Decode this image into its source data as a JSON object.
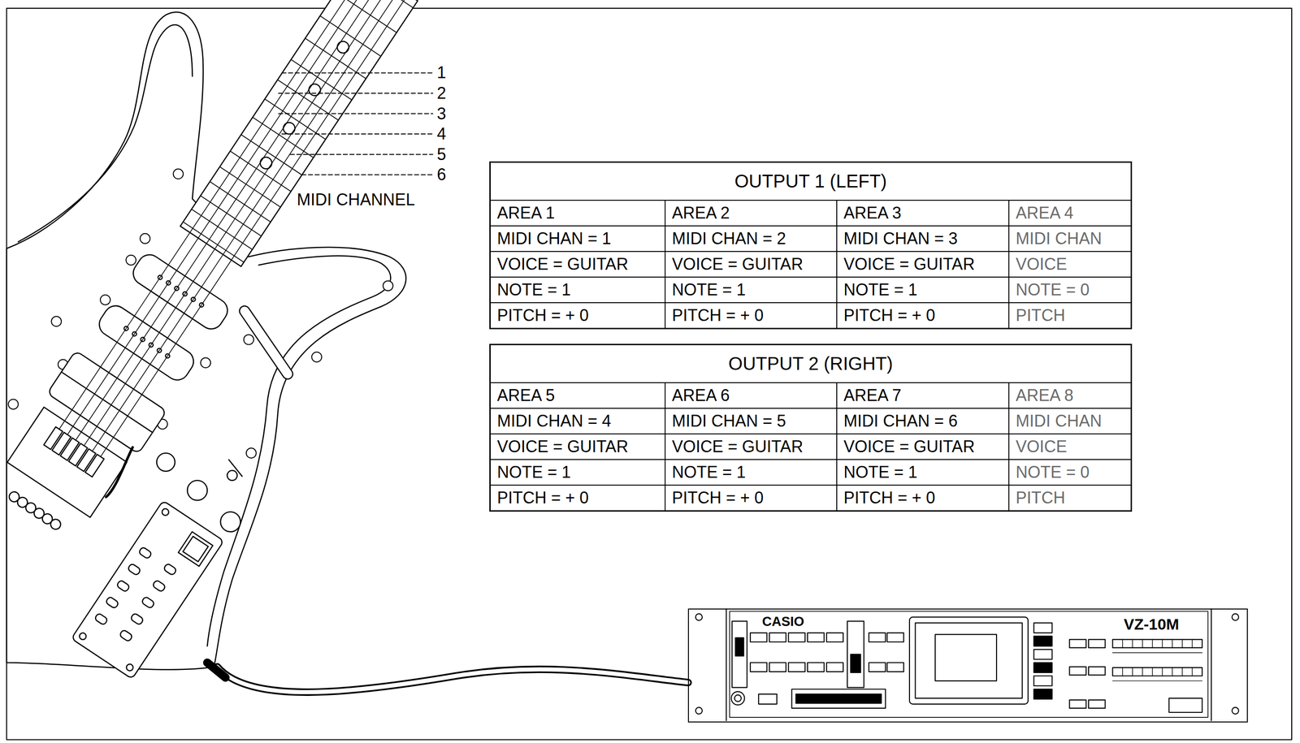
{
  "diagram": {
    "nodes": [
      {
        "text": [
          "OUTPUT 1 (LEFT)"
        ]
      },
      {
        "text": [
          "OUTPUT 2 (RIGHT)"
        ]
      },
      {
        "text": [
          "CASIO",
          "VZ-10M"
        ]
      }
    ],
    "labels": [
      "1",
      "2",
      "3",
      "4",
      "5",
      "6",
      "MIDI CHANNEL",
      "AREA 1",
      "AREA 2",
      "AREA 3",
      "AREA 4",
      "MIDI CHAN = 1",
      "MIDI CHAN = 2",
      "MIDI CHAN = 3",
      "MIDI CHAN",
      "VOICE = GUITAR",
      "VOICE = GUITAR",
      "VOICE = GUITAR",
      "VOICE",
      "NOTE = 1",
      "NOTE = 1",
      "NOTE = 1",
      "NOTE = 0",
      "PITCH = + 0",
      "PITCH = + 0",
      "PITCH = + 0",
      "PITCH",
      "AREA 5",
      "AREA 6",
      "AREA 7",
      "AREA 8",
      "MIDI CHAN = 4",
      "MIDI CHAN = 5",
      "MIDI CHAN = 6",
      "MIDI CHAN",
      "VOICE = GUITAR",
      "VOICE = GUITAR",
      "VOICE = GUITAR",
      "VOICE",
      "NOTE = 1",
      "NOTE = 1",
      "NOTE = 1",
      "NOTE = 0",
      "PITCH = + 0",
      "PITCH = + 0",
      "PITCH = + 0",
      "PITCH"
    ]
  }
}
